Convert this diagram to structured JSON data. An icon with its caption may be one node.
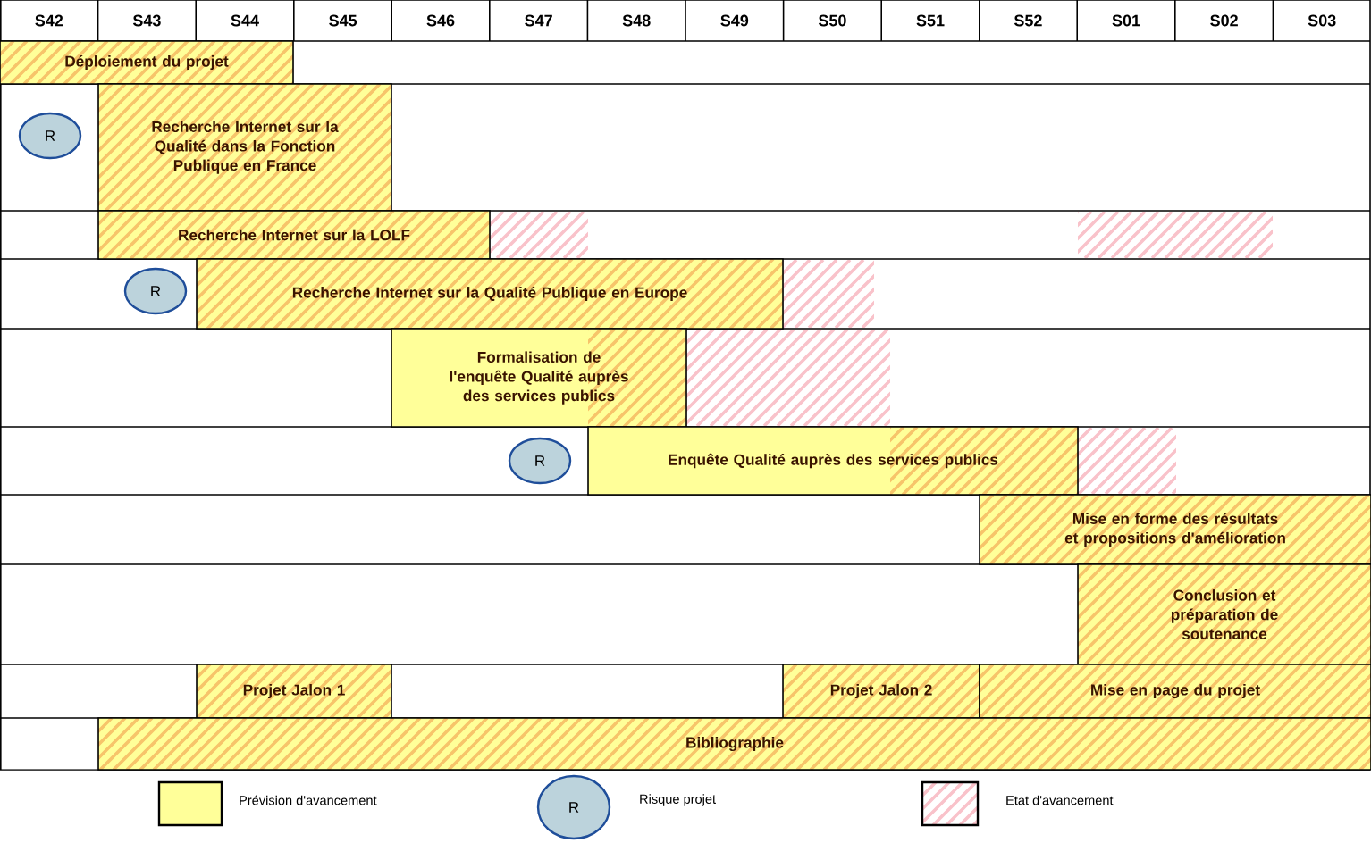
{
  "diagram": {
    "nodes": [
      {
        "text": [
          "Déploiement du projet"
        ]
      },
      {
        "text": [
          "R"
        ]
      },
      {
        "text": [
          "Recherche Internet sur la Qualité dans la Fonction Publique en France"
        ]
      },
      {
        "text": [
          "Recherche Internet sur la LOLF"
        ]
      },
      {
        "text": [
          "R"
        ]
      },
      {
        "text": [
          "Recherche Internet sur la Qualité Publique en Europe"
        ]
      },
      {
        "text": [
          "Formalisation de l'enquête Qualité auprès des services publics"
        ]
      },
      {
        "text": [
          "R"
        ]
      },
      {
        "text": [
          "Enquête Qualité auprès des services publics"
        ]
      },
      {
        "text": [
          "Mise en forme des résultats et propositions d'amélioration"
        ]
      },
      {
        "text": [
          "Conclusion et préparation de soutenance"
        ]
      },
      {
        "text": [
          "Projet Jalon 1"
        ]
      },
      {
        "text": [
          "Projet Jalon 2"
        ]
      },
      {
        "text": [
          "Mise en page du projet"
        ]
      },
      {
        "text": [
          "Bibliographie"
        ]
      }
    ],
    "labels": [
      "S42",
      "S43",
      "S44",
      "S45",
      "S46",
      "S47",
      "S48",
      "S49",
      "S50",
      "S51",
      "S52",
      "S01",
      "S02",
      "S03",
      "R"
    ],
    "legend": [
      {
        "text": "Prévision d'avancement",
        "color": "#ffff99"
      },
      {
        "text": "Risque projet"
      },
      {
        "text": "Etat d'avancement"
      }
    ]
  }
}
